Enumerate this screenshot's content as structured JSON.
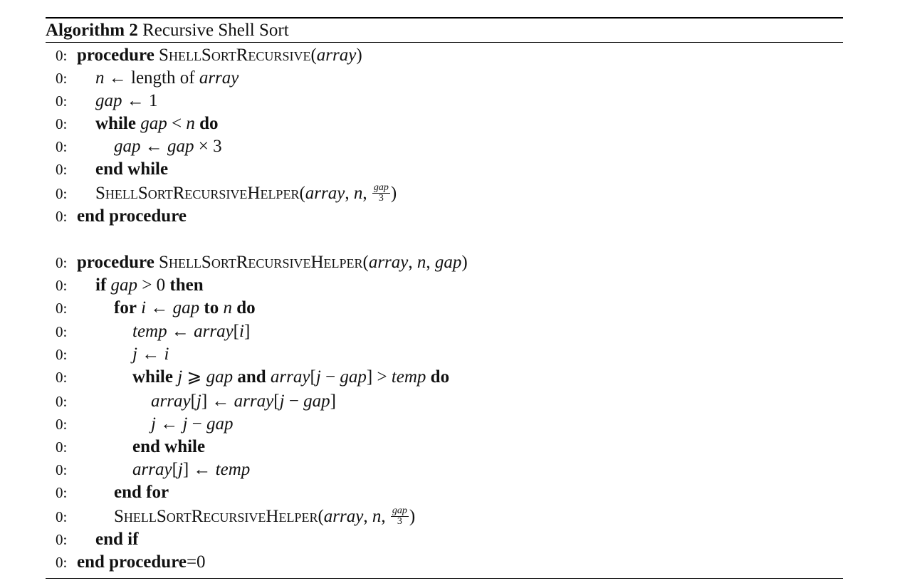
{
  "caption": {
    "label": "Algorithm 2",
    "title": "Recursive Shell Sort"
  },
  "line_number": "0:",
  "lines": [
    {
      "num": "0:",
      "indent": 0,
      "parts": [
        {
          "t": "kw",
          "v": "procedure"
        },
        {
          "t": "sp",
          "v": " "
        },
        {
          "t": "sc",
          "v": "ShellSortRecursive"
        },
        {
          "t": "n",
          "v": "("
        },
        {
          "t": "it",
          "v": "array"
        },
        {
          "t": "n",
          "v": ")"
        }
      ]
    },
    {
      "num": "0:",
      "indent": 1,
      "parts": [
        {
          "t": "it",
          "v": "n"
        },
        {
          "t": "n",
          "v": " ← length of "
        },
        {
          "t": "it",
          "v": "array"
        }
      ]
    },
    {
      "num": "0:",
      "indent": 1,
      "parts": [
        {
          "t": "it",
          "v": "gap"
        },
        {
          "t": "n",
          "v": " ← 1"
        }
      ]
    },
    {
      "num": "0:",
      "indent": 1,
      "parts": [
        {
          "t": "kw",
          "v": "while"
        },
        {
          "t": "sp",
          "v": " "
        },
        {
          "t": "it",
          "v": "gap"
        },
        {
          "t": "n",
          "v": " < "
        },
        {
          "t": "it",
          "v": "n"
        },
        {
          "t": "sp",
          "v": " "
        },
        {
          "t": "kw",
          "v": "do"
        }
      ]
    },
    {
      "num": "0:",
      "indent": 2,
      "parts": [
        {
          "t": "it",
          "v": "gap"
        },
        {
          "t": "n",
          "v": " ← "
        },
        {
          "t": "it",
          "v": "gap"
        },
        {
          "t": "n",
          "v": " × 3"
        }
      ]
    },
    {
      "num": "0:",
      "indent": 1,
      "parts": [
        {
          "t": "kw",
          "v": "end while"
        }
      ]
    },
    {
      "num": "0:",
      "indent": 1,
      "parts": [
        {
          "t": "sc",
          "v": "ShellSortRecursiveHelper"
        },
        {
          "t": "n",
          "v": "("
        },
        {
          "t": "it",
          "v": "array"
        },
        {
          "t": "n",
          "v": ", "
        },
        {
          "t": "it",
          "v": "n"
        },
        {
          "t": "n",
          "v": ", "
        },
        {
          "t": "frac",
          "num": "gap",
          "den": "3"
        },
        {
          "t": "n",
          "v": ")"
        }
      ]
    },
    {
      "num": "0:",
      "indent": 0,
      "parts": [
        {
          "t": "kw",
          "v": "end procedure"
        }
      ]
    },
    {
      "num": "0:",
      "indent": 0,
      "parts": [
        {
          "t": "kw",
          "v": "procedure"
        },
        {
          "t": "sp",
          "v": " "
        },
        {
          "t": "sc",
          "v": "ShellSortRecursiveHelper"
        },
        {
          "t": "n",
          "v": "("
        },
        {
          "t": "it",
          "v": "array"
        },
        {
          "t": "n",
          "v": ", "
        },
        {
          "t": "it",
          "v": "n"
        },
        {
          "t": "n",
          "v": ", "
        },
        {
          "t": "it",
          "v": "gap"
        },
        {
          "t": "n",
          "v": ")"
        }
      ]
    },
    {
      "num": "0:",
      "indent": 1,
      "parts": [
        {
          "t": "kw",
          "v": "if"
        },
        {
          "t": "sp",
          "v": " "
        },
        {
          "t": "it",
          "v": "gap"
        },
        {
          "t": "n",
          "v": " > 0 "
        },
        {
          "t": "kw",
          "v": "then"
        }
      ]
    },
    {
      "num": "0:",
      "indent": 2,
      "parts": [
        {
          "t": "kw",
          "v": "for"
        },
        {
          "t": "sp",
          "v": " "
        },
        {
          "t": "it",
          "v": "i"
        },
        {
          "t": "n",
          "v": " ← "
        },
        {
          "t": "it",
          "v": "gap"
        },
        {
          "t": "sp",
          "v": " "
        },
        {
          "t": "kw",
          "v": "to"
        },
        {
          "t": "sp",
          "v": " "
        },
        {
          "t": "it",
          "v": "n"
        },
        {
          "t": "sp",
          "v": " "
        },
        {
          "t": "kw",
          "v": "do"
        }
      ]
    },
    {
      "num": "0:",
      "indent": 3,
      "parts": [
        {
          "t": "it",
          "v": "temp"
        },
        {
          "t": "n",
          "v": " ← "
        },
        {
          "t": "it",
          "v": "array"
        },
        {
          "t": "n",
          "v": "["
        },
        {
          "t": "it",
          "v": "i"
        },
        {
          "t": "n",
          "v": "]"
        }
      ]
    },
    {
      "num": "0:",
      "indent": 3,
      "parts": [
        {
          "t": "it",
          "v": "j"
        },
        {
          "t": "n",
          "v": " ← "
        },
        {
          "t": "it",
          "v": "i"
        }
      ]
    },
    {
      "num": "0:",
      "indent": 3,
      "parts": [
        {
          "t": "kw",
          "v": "while"
        },
        {
          "t": "sp",
          "v": " "
        },
        {
          "t": "it",
          "v": "j"
        },
        {
          "t": "n",
          "v": " ⩾ "
        },
        {
          "t": "it",
          "v": "gap"
        },
        {
          "t": "sp",
          "v": " "
        },
        {
          "t": "kw",
          "v": "and"
        },
        {
          "t": "sp",
          "v": " "
        },
        {
          "t": "it",
          "v": "array"
        },
        {
          "t": "n",
          "v": "["
        },
        {
          "t": "it",
          "v": "j"
        },
        {
          "t": "n",
          "v": " − "
        },
        {
          "t": "it",
          "v": "gap"
        },
        {
          "t": "n",
          "v": "] > "
        },
        {
          "t": "it",
          "v": "temp"
        },
        {
          "t": "sp",
          "v": " "
        },
        {
          "t": "kw",
          "v": "do"
        }
      ]
    },
    {
      "num": "0:",
      "indent": 4,
      "parts": [
        {
          "t": "it",
          "v": "array"
        },
        {
          "t": "n",
          "v": "["
        },
        {
          "t": "it",
          "v": "j"
        },
        {
          "t": "n",
          "v": "] ← "
        },
        {
          "t": "it",
          "v": "array"
        },
        {
          "t": "n",
          "v": "["
        },
        {
          "t": "it",
          "v": "j"
        },
        {
          "t": "n",
          "v": " − "
        },
        {
          "t": "it",
          "v": "gap"
        },
        {
          "t": "n",
          "v": "]"
        }
      ]
    },
    {
      "num": "0:",
      "indent": 4,
      "parts": [
        {
          "t": "it",
          "v": "j"
        },
        {
          "t": "n",
          "v": " ← "
        },
        {
          "t": "it",
          "v": "j"
        },
        {
          "t": "n",
          "v": " − "
        },
        {
          "t": "it",
          "v": "gap"
        }
      ]
    },
    {
      "num": "0:",
      "indent": 3,
      "parts": [
        {
          "t": "kw",
          "v": "end while"
        }
      ]
    },
    {
      "num": "0:",
      "indent": 3,
      "parts": [
        {
          "t": "it",
          "v": "array"
        },
        {
          "t": "n",
          "v": "["
        },
        {
          "t": "it",
          "v": "j"
        },
        {
          "t": "n",
          "v": "] ← "
        },
        {
          "t": "it",
          "v": "temp"
        }
      ]
    },
    {
      "num": "0:",
      "indent": 2,
      "parts": [
        {
          "t": "kw",
          "v": "end for"
        }
      ]
    },
    {
      "num": "0:",
      "indent": 2,
      "parts": [
        {
          "t": "sc",
          "v": "ShellSortRecursiveHelper"
        },
        {
          "t": "n",
          "v": "("
        },
        {
          "t": "it",
          "v": "array"
        },
        {
          "t": "n",
          "v": ", "
        },
        {
          "t": "it",
          "v": "n"
        },
        {
          "t": "n",
          "v": ", "
        },
        {
          "t": "frac",
          "num": "gap",
          "den": "3"
        },
        {
          "t": "n",
          "v": ")"
        }
      ]
    },
    {
      "num": "0:",
      "indent": 1,
      "parts": [
        {
          "t": "kw",
          "v": "end if"
        }
      ]
    },
    {
      "num": "0:",
      "indent": 0,
      "parts": [
        {
          "t": "kw",
          "v": "end procedure"
        },
        {
          "t": "n",
          "v": "=0"
        }
      ]
    }
  ]
}
